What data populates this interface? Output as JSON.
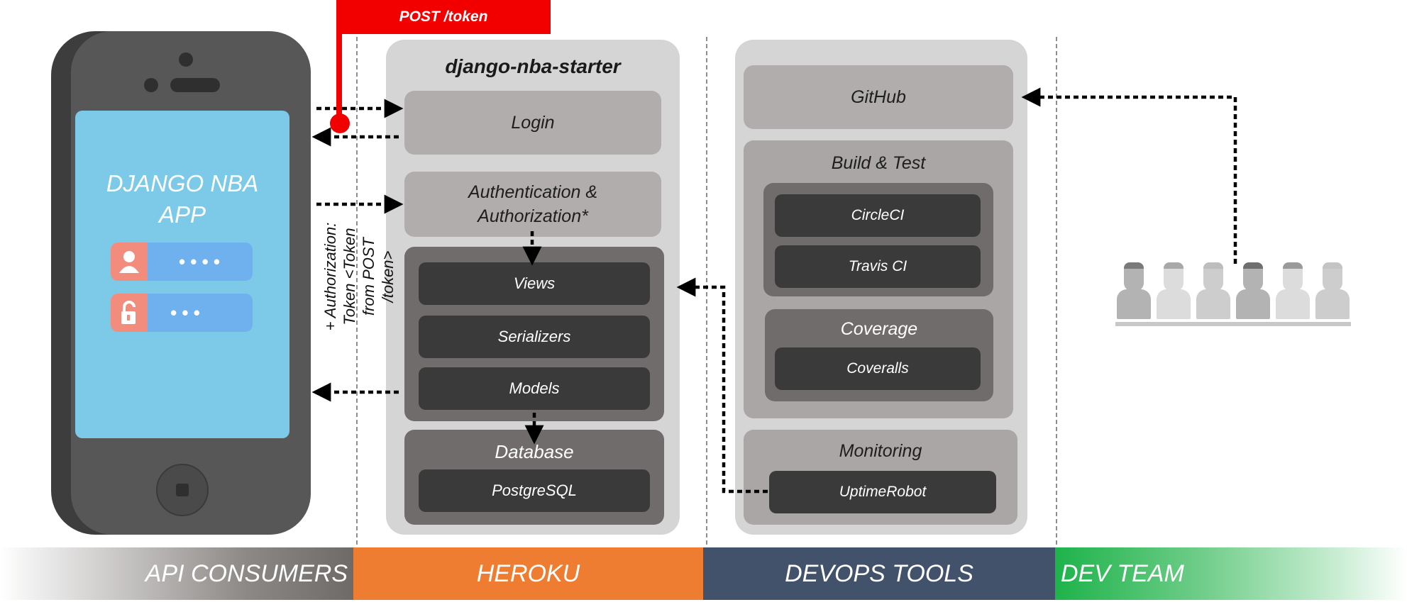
{
  "callout": {
    "post_label": "POST /token"
  },
  "phone": {
    "app_title_line1": "DJANGO NBA",
    "app_title_line2": "APP",
    "user_field_mask": "• • • •",
    "password_field_mask": "• • •"
  },
  "auth_note": {
    "line1": "+ Authorization:",
    "line2": "Token <Token",
    "line3": "from POST",
    "line4": "/token>"
  },
  "heroku": {
    "title": "django-nba-starter",
    "login": "Login",
    "auth_line1": "Authentication &",
    "auth_line2": "Authorization*",
    "views": "Views",
    "serializers": "Serializers",
    "models": "Models",
    "database_title": "Database",
    "postgres": "PostgreSQL"
  },
  "devops": {
    "github": "GitHub",
    "build_title": "Build & Test",
    "circleci": "CircleCI",
    "travis": "Travis CI",
    "coverage_title": "Coverage",
    "coveralls": "Coveralls",
    "monitoring_title": "Monitoring",
    "uptimerobot": "UptimeRobot"
  },
  "footer": {
    "api_consumers": "API CONSUMERS",
    "heroku": "HEROKU",
    "devops_tools": "DEVOPS TOOLS",
    "dev_team": "DEV TEAM"
  },
  "colors": {
    "callout_red": "#f20000",
    "heroku_orange": "#ee7d31",
    "devops_navy": "#43526b",
    "devteam_green": "#1eb34b",
    "screen_blue": "#7cc9e8"
  }
}
